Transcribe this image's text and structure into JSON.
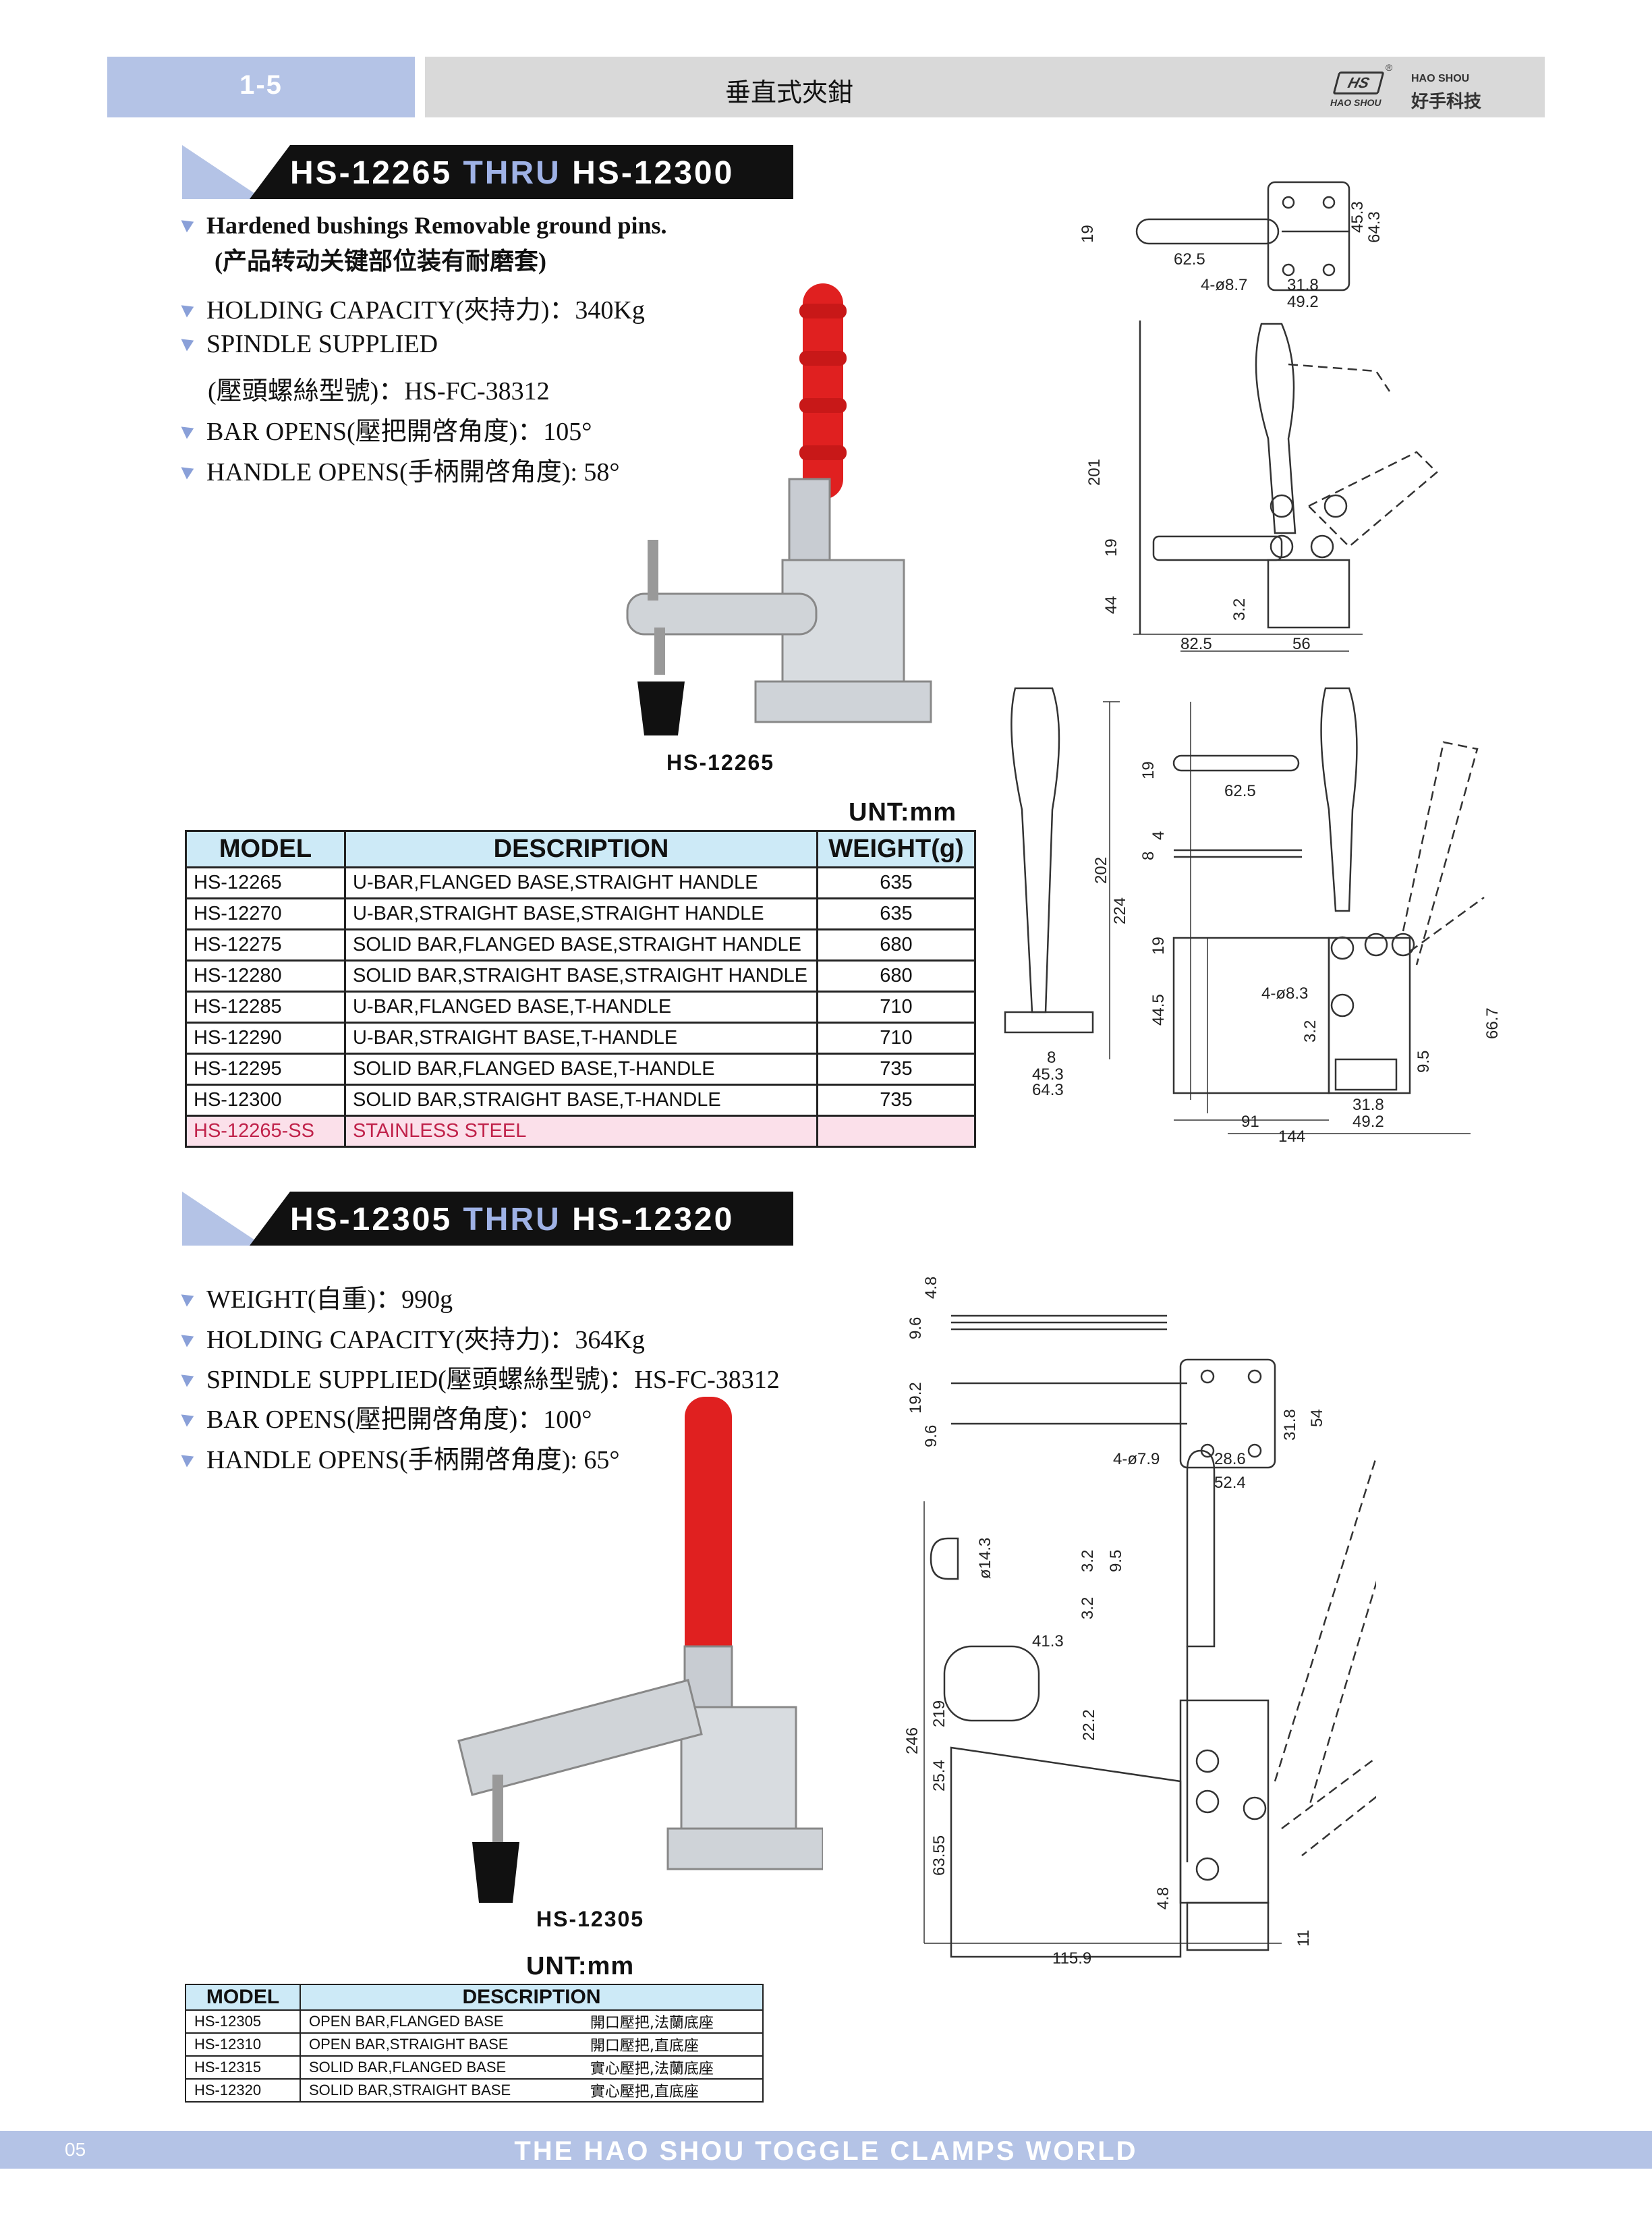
{
  "header": {
    "section": "1-5",
    "title": "垂直式夾鉗",
    "logo_mark": "HS",
    "logo_sub": "HAO SHOU",
    "logo_en": "HAO SHOU",
    "logo_cn": "好手科技",
    "logo_reg": "®"
  },
  "section1": {
    "banner_a": "HS-12265",
    "banner_thru": "THRU",
    "banner_b": "HS-12300",
    "feature_en": "Hardened bushings Removable ground pins.",
    "feature_cn": "(产品转动关键部位装有耐磨套)",
    "specs": [
      "HOLDING CAPACITY(夾持力)：340Kg",
      "SPINDLE SUPPLIED",
      "(壓頭螺絲型號)：HS-FC-38312",
      "BAR OPENS(壓把開啓角度)：105°",
      "HANDLE OPENS(手柄開啓角度): 58°"
    ],
    "photo_caption": "HS-12265",
    "unit": "UNT:mm",
    "table": {
      "headers": [
        "MODEL",
        "DESCRIPTION",
        "WEIGHT(g)"
      ],
      "rows": [
        [
          "HS-12265",
          "U-BAR,FLANGED BASE,STRAIGHT HANDLE",
          "635"
        ],
        [
          "HS-12270",
          "U-BAR,STRAIGHT BASE,STRAIGHT HANDLE",
          "635"
        ],
        [
          "HS-12275",
          "SOLID BAR,FLANGED BASE,STRAIGHT HANDLE",
          "680"
        ],
        [
          "HS-12280",
          "SOLID BAR,STRAIGHT BASE,STRAIGHT HANDLE",
          "680"
        ],
        [
          "HS-12285",
          "U-BAR,FLANGED BASE,T-HANDLE",
          "710"
        ],
        [
          "HS-12290",
          "U-BAR,STRAIGHT BASE,T-HANDLE",
          "710"
        ],
        [
          "HS-12295",
          "SOLID BAR,FLANGED BASE,T-HANDLE",
          "735"
        ],
        [
          "HS-12300",
          "SOLID BAR,STRAIGHT BASE,T-HANDLE",
          "735"
        ]
      ],
      "ss_row": [
        "HS-12265-SS",
        "STAINLESS STEEL",
        ""
      ]
    },
    "dims": {
      "d19a": "19",
      "d62_5a": "62.5",
      "d45_3a": "45.3",
      "d64_3a": "64.3",
      "d4a": "4-ø8.7",
      "d31_8a": "31.8",
      "d49_2a": "49.2",
      "d201": "201",
      "d19b": "19",
      "d44": "44",
      "d3_2a": "3.2",
      "d82_5": "82.5",
      "d56": "56",
      "d202": "202",
      "d224": "224",
      "d8a": "8",
      "d45_3b": "45.3",
      "d64_3b": "64.3",
      "d19c": "19",
      "d62_5b": "62.5",
      "d8b": "8",
      "d4b": "4",
      "d19d": "19",
      "d44_5": "44.5",
      "d4c": "4-ø8.3",
      "d3_2b": "3.2",
      "d66_7": "66.7",
      "d9_5": "9.5",
      "d31_8b": "31.8",
      "d49_2b": "49.2",
      "d91": "91",
      "d144": "144"
    }
  },
  "section2": {
    "banner_a": "HS-12305",
    "banner_thru": "THRU",
    "banner_b": "HS-12320",
    "specs": [
      "WEIGHT(自重)：990g",
      "HOLDING CAPACITY(夾持力)：364Kg",
      "SPINDLE SUPPLIED(壓頭螺絲型號)：HS-FC-38312",
      "BAR OPENS(壓把開啓角度)：100°",
      "HANDLE OPENS(手柄開啓角度): 65°"
    ],
    "photo_caption": "HS-12305",
    "unit": "UNT:mm",
    "table": {
      "headers": [
        "MODEL",
        "DESCRIPTION"
      ],
      "rows": [
        [
          "HS-12305",
          "OPEN BAR,FLANGED BASE",
          "開口壓把,法蘭底座"
        ],
        [
          "HS-12310",
          "OPEN BAR,STRAIGHT BASE",
          "開口壓把,直底座"
        ],
        [
          "HS-12315",
          "SOLID BAR,FLANGED BASE",
          "實心壓把,法蘭底座"
        ],
        [
          "HS-12320",
          "SOLID BAR,STRAIGHT BASE",
          "實心壓把,直底座"
        ]
      ]
    },
    "dims": {
      "d4_8a": "4.8",
      "d9_6a": "9.6",
      "d19_2": "19.2",
      "d9_6b": "9.6",
      "d31_8": "31.8",
      "d54": "54",
      "d4": "4-ø7.9",
      "d28_6": "28.6",
      "d52_4": "52.4",
      "d14_3": "ø14.3",
      "d3_2a": "3.2",
      "d9_5": "9.5",
      "d3_2b": "3.2",
      "d41_3": "41.3",
      "d22_2": "22.2",
      "d246": "246",
      "d219": "219",
      "d25_4": "25.4",
      "d63_55": "63.55",
      "d4_8b": "4.8",
      "d11": "11",
      "d115_9": "115.9"
    }
  },
  "footer": {
    "page": "05",
    "title": "THE HAO SHOU TOGGLE CLAMPS WORLD"
  }
}
